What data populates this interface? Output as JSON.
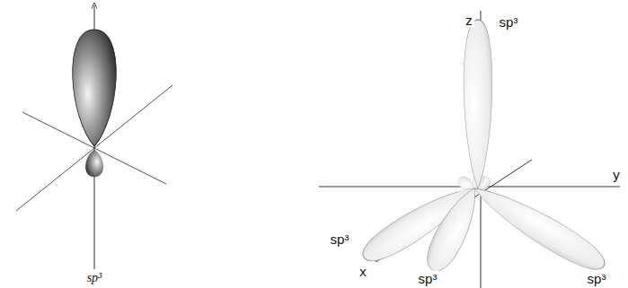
{
  "diagram": {
    "labels": [
      "sp³",
      "z",
      "sp³",
      "y",
      "sp³",
      "x",
      "sp³",
      "sp³"
    ]
  }
}
